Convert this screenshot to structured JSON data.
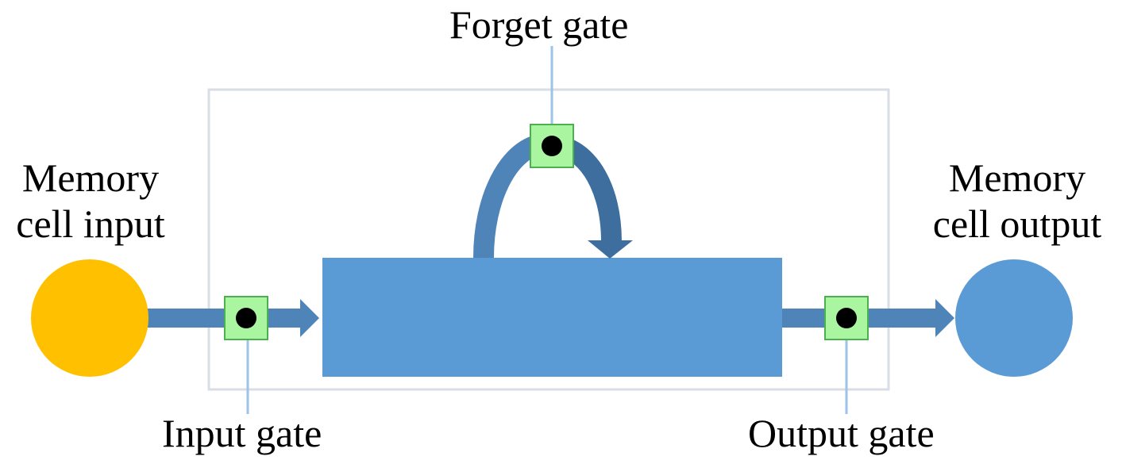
{
  "labels": {
    "forget_gate": "Forget gate",
    "memory_cell_input_line1": "Memory",
    "memory_cell_input_line2": "cell input",
    "memory_cell_output_line1": "Memory",
    "memory_cell_output_line2": "cell output",
    "input_gate": "Input gate",
    "output_gate": "Output gate"
  },
  "colors": {
    "input_node": "#FFC000",
    "output_node": "#5B9BD5",
    "memory_cell": "#5B9BD5",
    "arrow": "#4F84B8",
    "arrow_dark": "#3E6E9E",
    "gate_fill": "#A9F5A0",
    "gate_border": "#4CAF50",
    "gate_dot": "#000000",
    "frame": "#D9DEE6",
    "leader_line": "#9DC3E6"
  }
}
